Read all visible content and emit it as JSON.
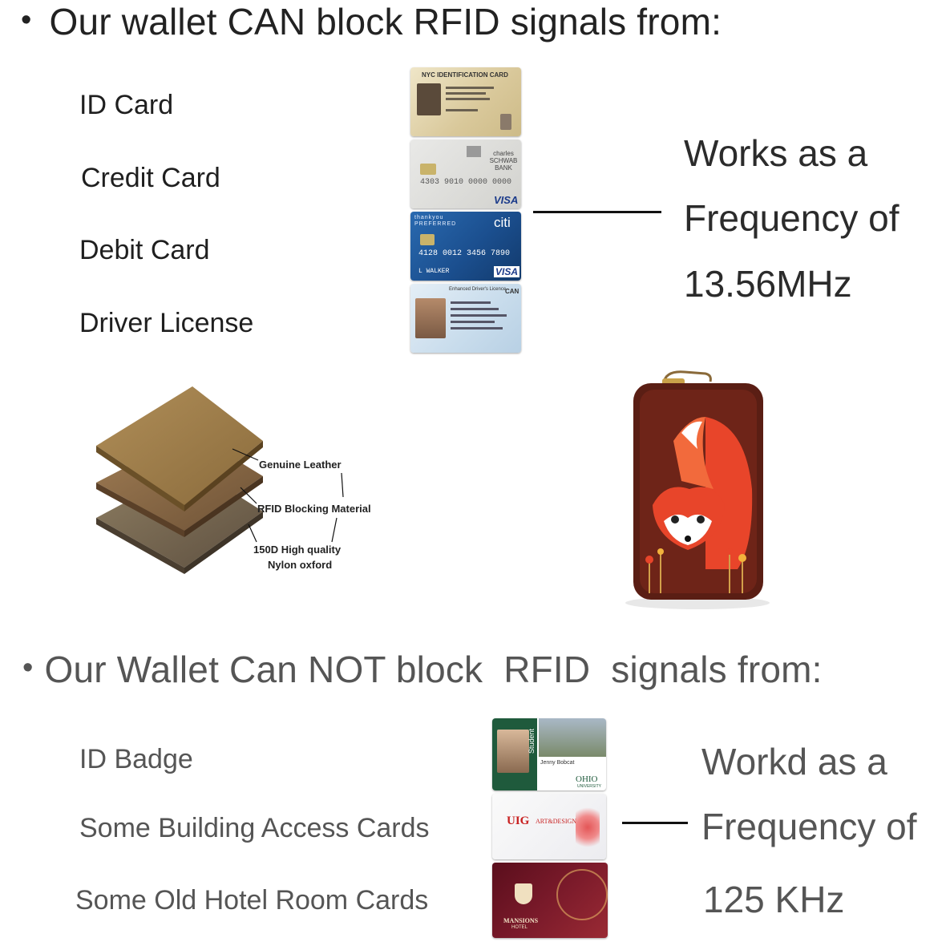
{
  "section_can": {
    "bullet": "•",
    "title": "Our wallet CAN block RFID signals from:",
    "items": [
      "ID Card",
      "Credit Card",
      "Debit Card",
      "Driver License"
    ],
    "frequency": [
      "Works as a",
      "Frequency of",
      "13.56MHz"
    ],
    "card_text": {
      "id_card": "NYC IDENTIFICATION CARD",
      "credit_bank": "charles SCHWAB BANK",
      "credit_number": "4303 9010 0000 0000",
      "credit_brand": "VISA",
      "debit_header": "thankyou PREFERRED",
      "debit_bank": "citi",
      "debit_number": "4128 0012 3456 7890",
      "debit_name": "L WALKER",
      "debit_brand": "VISA",
      "license_title": "Enhanced Driver's Licence",
      "license_country": "CAN"
    }
  },
  "layers": {
    "labels": [
      "Genuine Leather",
      "RFID Blocking Material",
      "150D High quality",
      "Nylon oxford"
    ]
  },
  "section_cannot": {
    "bullet": "•",
    "title": "Our Wallet Can NOT block  RFID  signals from:",
    "items": [
      "ID Badge",
      "Some Building Access Cards",
      "Some Old Hotel Room Cards"
    ],
    "frequency": [
      "Workd as a",
      "Frequency of",
      "125 KHz"
    ],
    "card_text": {
      "badge_school": "OHIO",
      "badge_sub": "UNIVERSITY",
      "badge_role": "Student",
      "badge_name": "Jenny Bobcat",
      "access_logo": "UIG",
      "access_name": "ART&DESIGN",
      "hotel_name": "MANSIONS",
      "hotel_sub": "HOTEL"
    }
  },
  "colors": {
    "leather": "#9a7a48",
    "rfid_layer": "#8a6a44",
    "nylon": "#7a6a50",
    "wallet": "#5a1e14",
    "fox": "#e8452a",
    "citi_blue": "#1b4f8f",
    "hotel": "#7a1a2a",
    "badge_green": "#1f5a3c"
  }
}
